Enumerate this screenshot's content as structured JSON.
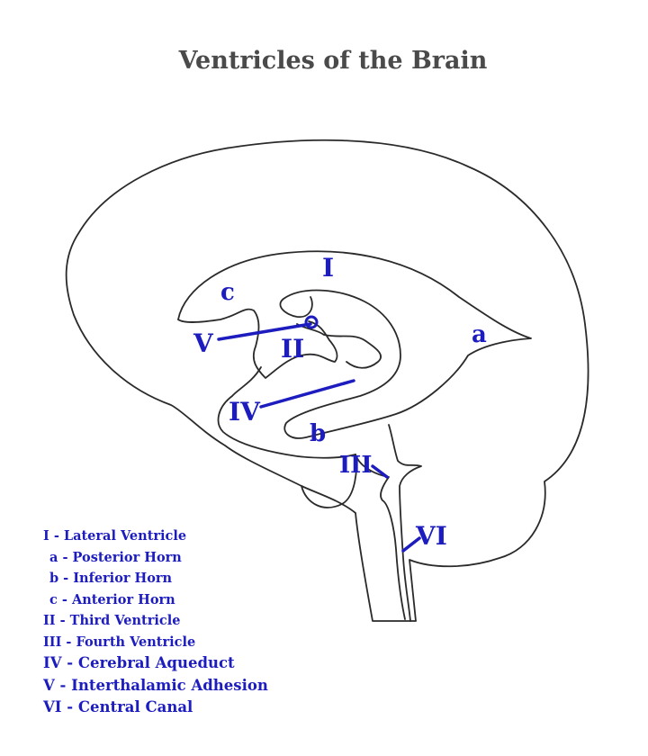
{
  "title": "Ventricles of the Brain",
  "labels": {
    "I": "I",
    "II": "II",
    "III": "III",
    "IV": "IV",
    "V": "V",
    "VI": "VI",
    "a": "a",
    "b": "b",
    "c": "c"
  },
  "legend": [
    "I - Lateral Ventricle",
    "a - Posterior Horn",
    "b - Inferior Horn",
    "c - Anterior Horn",
    "II - Third Ventricle",
    "III - Fourth Ventricle",
    "IV - Cerebral Aqueduct",
    "V - Interthalamic Adhesion",
    "VI - Central Canal"
  ],
  "colors": {
    "label": "#1d1dbf",
    "outline": "#2a2a2a",
    "title": "#4a4a4a"
  }
}
